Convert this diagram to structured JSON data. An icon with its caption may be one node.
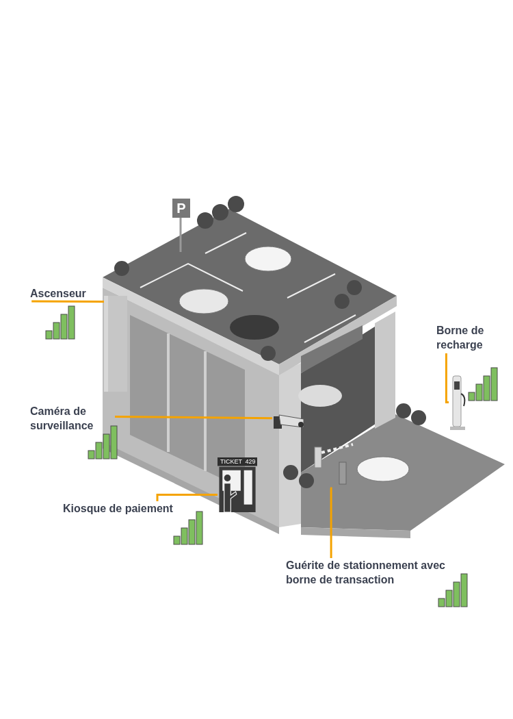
{
  "diagram": {
    "nodes": [
      {
        "text": [
          "Ascenseur"
        ]
      },
      {
        "text": [],
        "shape": "picture"
      },
      {
        "text": [
          "Borne de recharge"
        ]
      },
      {
        "text": [],
        "shape": "picture"
      },
      {
        "text": [
          "Caméra de surveillance"
        ]
      },
      {
        "text": [],
        "shape": "picture"
      },
      {
        "text": [],
        "shape": "picture"
      },
      {
        "text": [
          "Kiosque de paiement"
        ]
      },
      {
        "text": [],
        "shape": "picture"
      },
      {
        "text": [
          "Guérite de stationnement avec borne de transaction"
        ]
      }
    ],
    "edges": [
      {
        "from": 0,
        "to": 1,
        "arrow": "none"
      },
      {
        "from": 2,
        "to": 3,
        "arrow": "none"
      },
      {
        "from": 4,
        "to": 5,
        "arrow": "none"
      },
      {
        "from": 7,
        "to": 6,
        "arrow": "none"
      },
      {
        "from": 9,
        "to": 8,
        "arrow": "none"
      }
    ],
    "labels": [
      "P",
      "TICKET",
      "429"
    ]
  }
}
